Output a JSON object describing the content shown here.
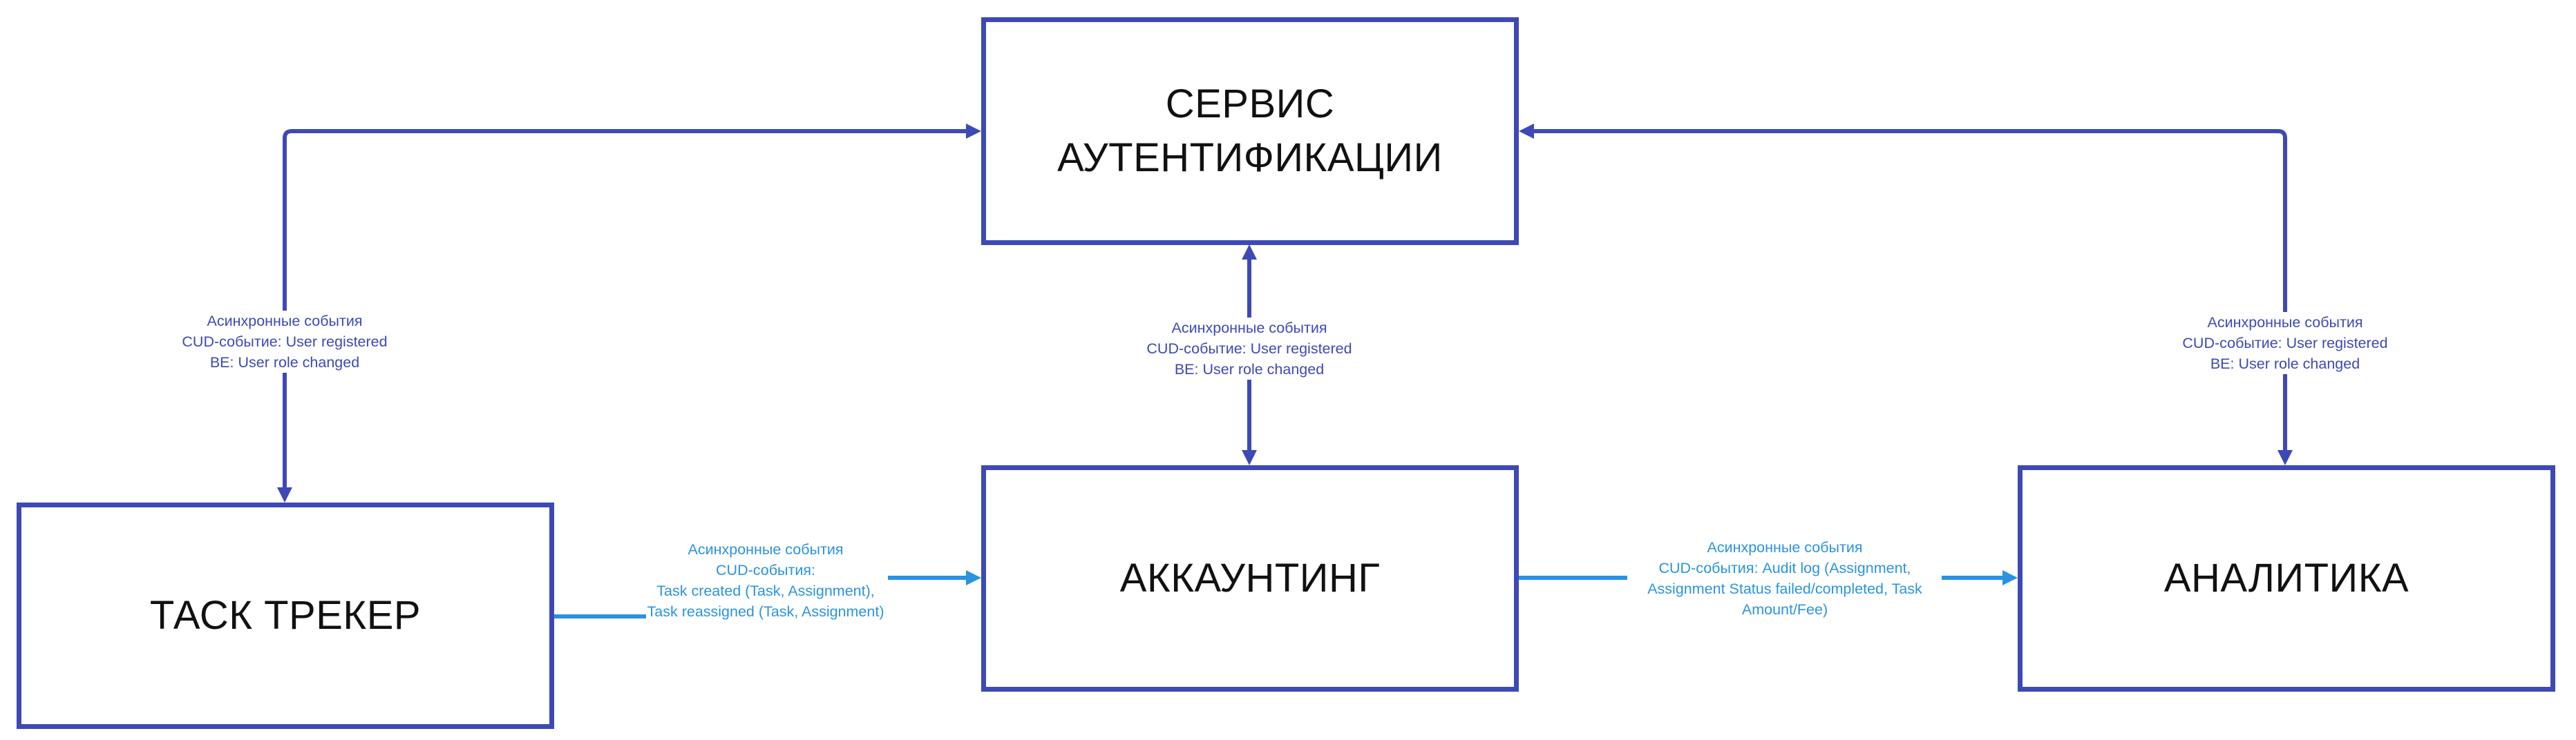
{
  "colors": {
    "auth_links": "#3d49b5",
    "event_links": "#2a93e0",
    "box_border": "#3d49b5",
    "box_text": "#111111"
  },
  "nodes": {
    "auth": {
      "title": "СЕРВИС\nАУТЕНТИФИКАЦИИ"
    },
    "task_tracker": {
      "title": "ТАСК ТРЕКЕР"
    },
    "accounting": {
      "title": "АККАУНТИНГ"
    },
    "analytics": {
      "title": "АНАЛИТИКА"
    }
  },
  "edges": {
    "auth_task_tracker": {
      "lines": [
        "Асинхронные события",
        "CUD-событие: User registered",
        "BE: User role changed"
      ]
    },
    "auth_accounting": {
      "lines": [
        "Асинхронные события",
        "CUD-событие: User registered",
        "BE: User role changed"
      ]
    },
    "auth_analytics": {
      "lines": [
        "Асинхронные события",
        "CUD-событие: User registered",
        "BE: User role changed"
      ]
    },
    "task_tracker_accounting": {
      "lines": [
        "Асинхронные события",
        "CUD-события:",
        "Task created (Task, Assignment),",
        "Task reassigned (Task, Assignment)"
      ]
    },
    "accounting_analytics": {
      "lines": [
        "Асинхронные события",
        "CUD-события: Audit log (Assignment,",
        "Assignment Status failed/completed, Task",
        "Amount/Fee)"
      ]
    }
  }
}
